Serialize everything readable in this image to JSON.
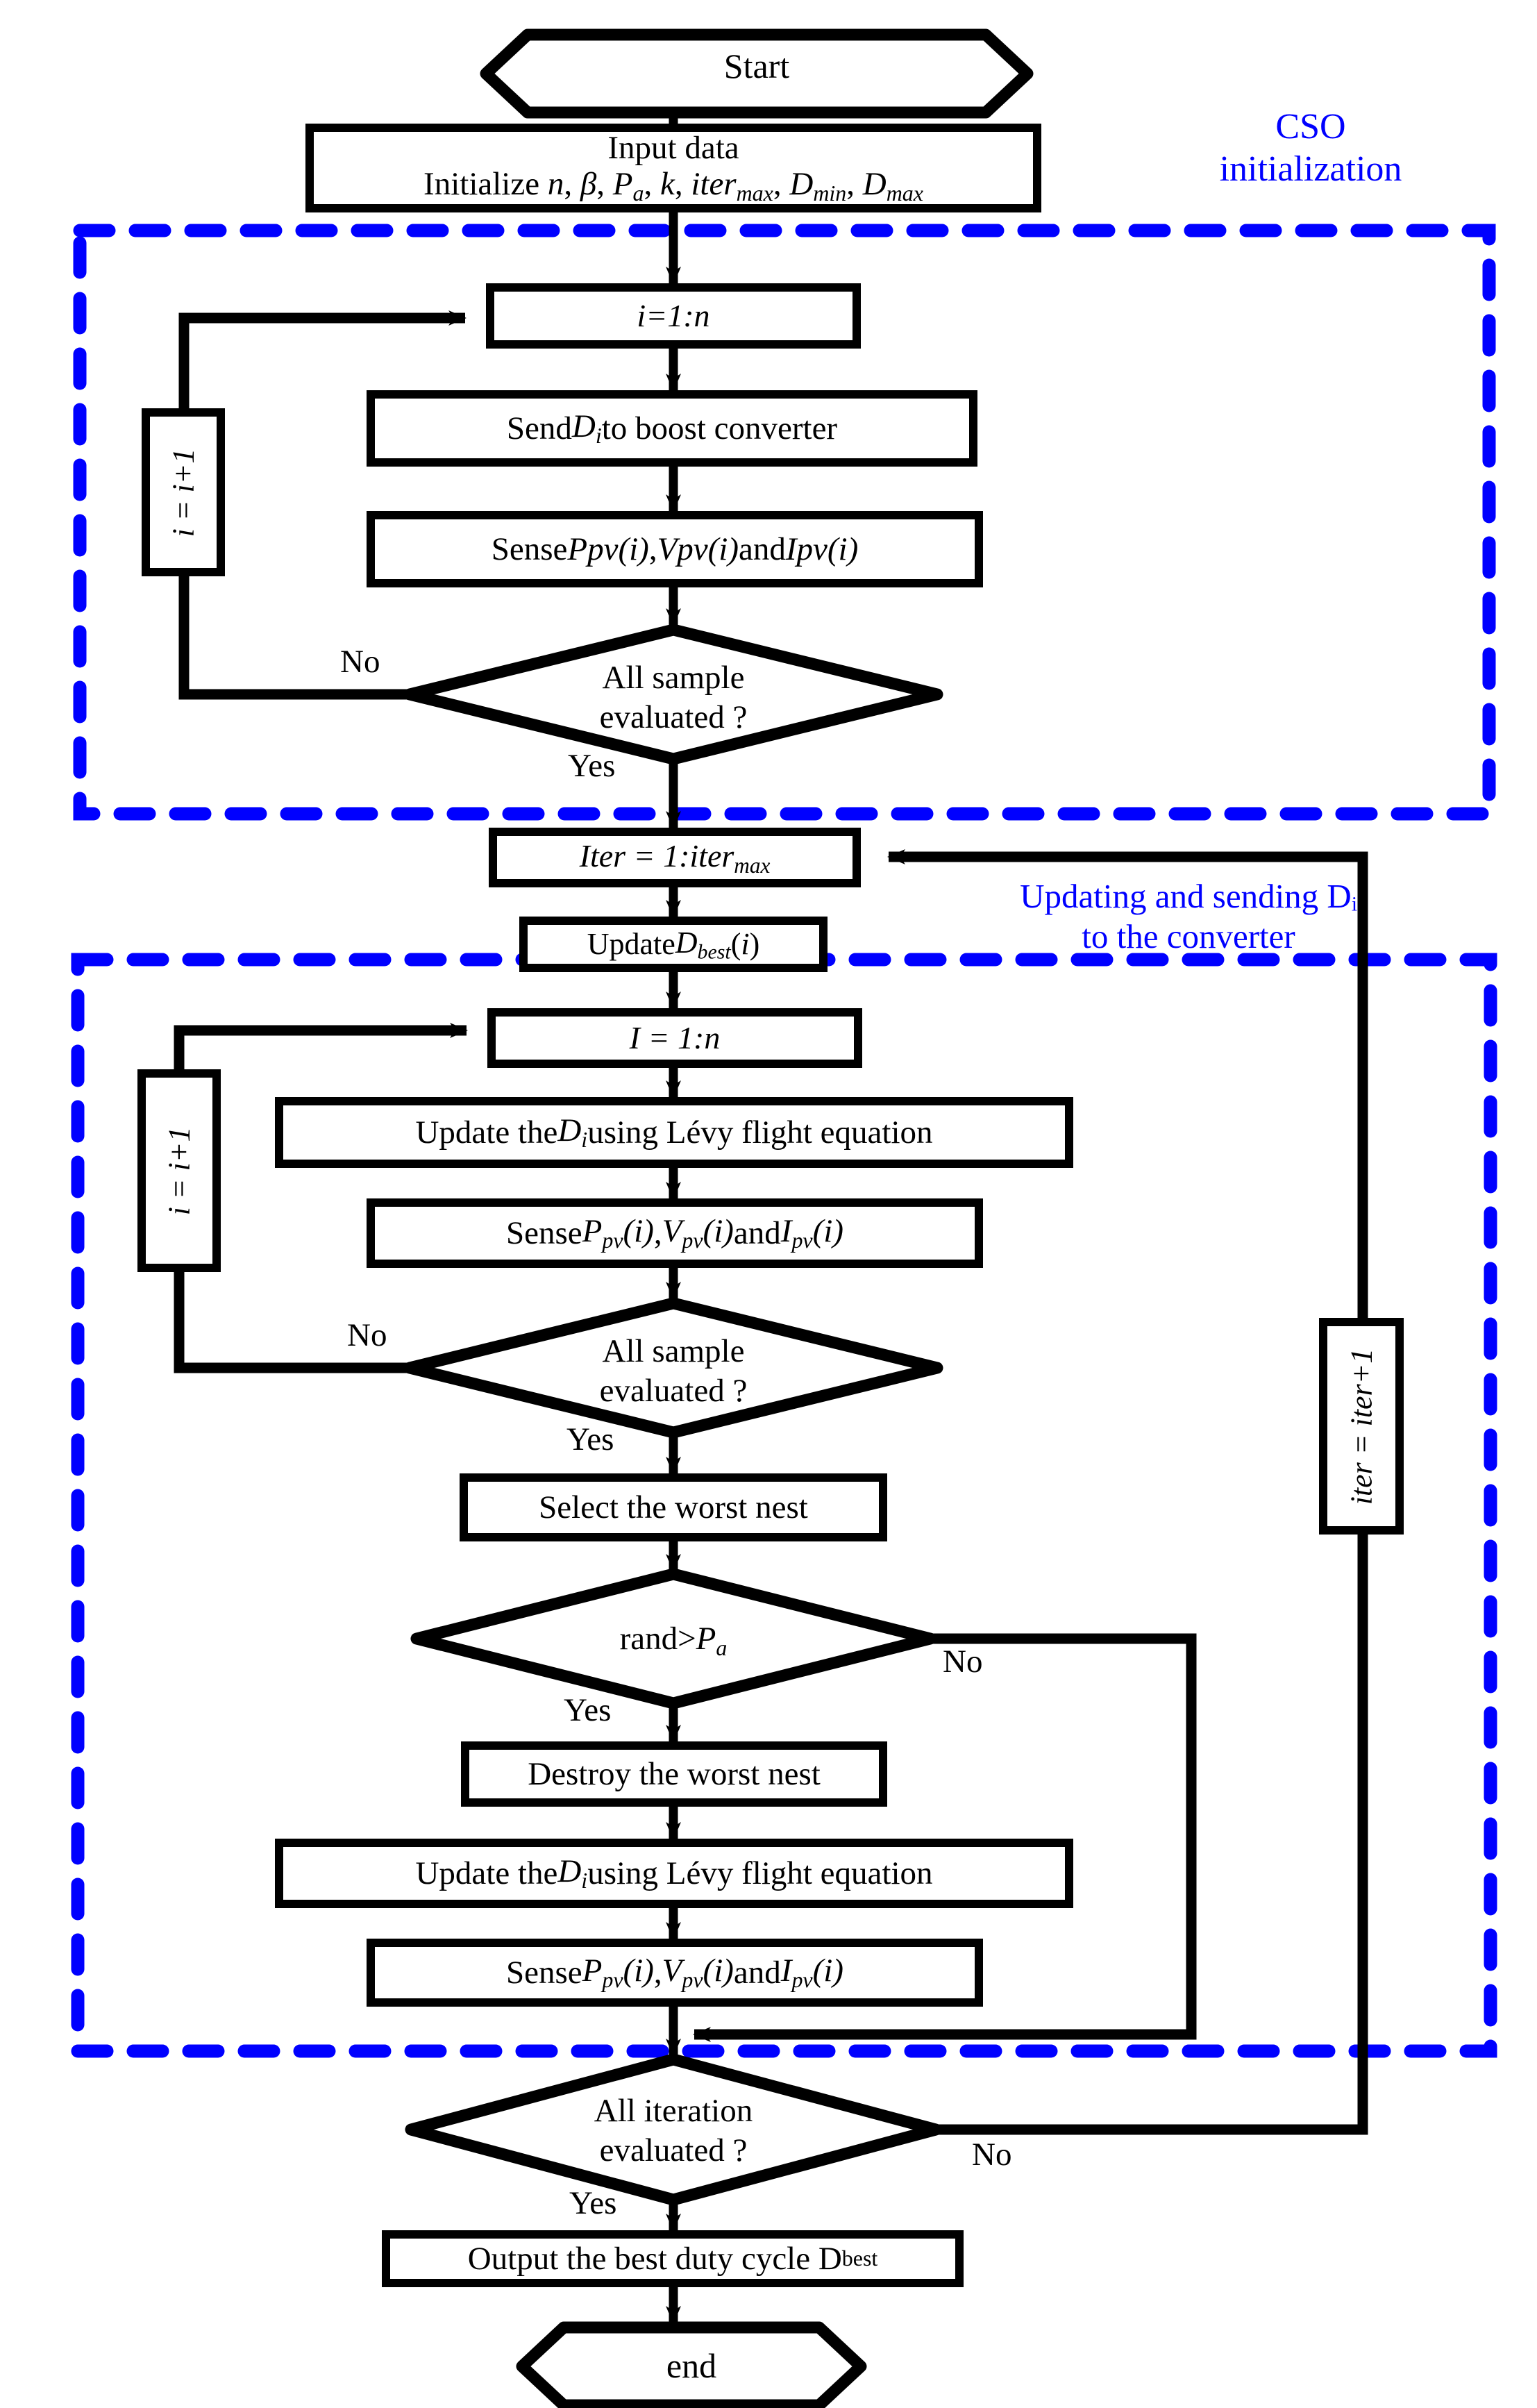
{
  "title": "CSO based MPPT flowchart",
  "colors": {
    "stroke": "#000000",
    "annotation": "#0000ff",
    "background": "#ffffff"
  },
  "annotations": [
    {
      "id": "cso-init",
      "text": "CSO\ninitialization"
    },
    {
      "id": "updating-sending",
      "text": "Updating and sending Dᵢ\nto the converter"
    }
  ],
  "nodes": {
    "start": {
      "label": "Start",
      "shape": "terminator"
    },
    "input": {
      "line1": "Input data",
      "line2_html": "Initialize <i>n</i>, <i>β</i>, <i>P<span class=\"sub\">a</span></i>, <i>k</i>, <i>iter<span class=\"sub\">max</span></i>, <i>D<span class=\"sub\">min</span></i>, <i>D<span class=\"sub\">max</span></i>",
      "shape": "process"
    },
    "loop1": {
      "label_html": "<i>i=1:n</i>",
      "shape": "process"
    },
    "send_d": {
      "label_html": "Send <i>D<span class=\"sub\">i</span></i> to boost converter",
      "shape": "process"
    },
    "sense1": {
      "label_html": "Sense <i>Ppv(i)</i>, <i>Vpv(i)</i> and <i>Ipv(i)</i>",
      "shape": "process"
    },
    "dec1": {
      "label": "All sample\nevaluated ?",
      "shape": "decision",
      "yes": "Yes",
      "no": "No"
    },
    "inc1": {
      "label_html": "<i>i = i+1</i>",
      "shape": "process-vertical"
    },
    "iter_loop": {
      "label_html": "<i>Iter = 1:iter<span class=\"sub\">max</span></i>",
      "shape": "process"
    },
    "update_best": {
      "label_html": "Update <i>D<span class=\"sub\">best</span></i> (<i>i</i>)",
      "shape": "process"
    },
    "loop2": {
      "label_html": "<i>I = 1:n</i>",
      "shape": "process"
    },
    "levy1": {
      "label_html": "Update the <i>D<span class=\"sub\">i</span></i> using Lévy flight equation",
      "shape": "process"
    },
    "sense2": {
      "label_html": "Sense <i>P<span class=\"sub\">pv</span>(i)</i>, <i>V<span class=\"sub\">pv</span>(i)</i> and <i>I<span class=\"sub\">pv</span>(i)</i>",
      "shape": "process"
    },
    "dec2": {
      "label": "All sample\nevaluated ?",
      "shape": "decision",
      "yes": "Yes",
      "no": "No"
    },
    "inc2": {
      "label_html": "<i>i = i+1</i>",
      "shape": "process-vertical"
    },
    "select_worst": {
      "label": "Select the worst nest",
      "shape": "process"
    },
    "dec3": {
      "label_html": "rand&gt;<i>P<span class=\"sub\">a</span></i>",
      "shape": "decision",
      "yes": "Yes",
      "no": "No"
    },
    "destroy_worst": {
      "label": "Destroy the worst nest",
      "shape": "process"
    },
    "levy2": {
      "label_html": "Update the <i>D<span class=\"sub\">i</span></i> using Lévy flight equation",
      "shape": "process"
    },
    "sense3": {
      "label_html": "Sense <i>P<span class=\"sub\">pv</span>(i)</i>, <i>V<span class=\"sub\">pv</span>(i)</i> and <i>I<span class=\"sub\">pv</span>(i)</i>",
      "shape": "process"
    },
    "dec4": {
      "label": "All iteration\nevaluated ?",
      "shape": "decision",
      "yes": "Yes",
      "no": "No"
    },
    "iter_inc": {
      "label_html": "<i>iter = iter+1</i>",
      "shape": "process-vertical"
    },
    "output": {
      "label_html": "Output the best duty cycle D<span class=\"sub\">best</span>",
      "shape": "process"
    },
    "end": {
      "label": "end",
      "shape": "terminator"
    }
  },
  "edge_labels": {
    "dec1_no": "No",
    "dec1_yes": "Yes",
    "dec2_no": "No",
    "dec2_yes": "Yes",
    "dec3_no": "No",
    "dec3_yes": "Yes",
    "dec4_no": "No",
    "dec4_yes": "Yes"
  }
}
